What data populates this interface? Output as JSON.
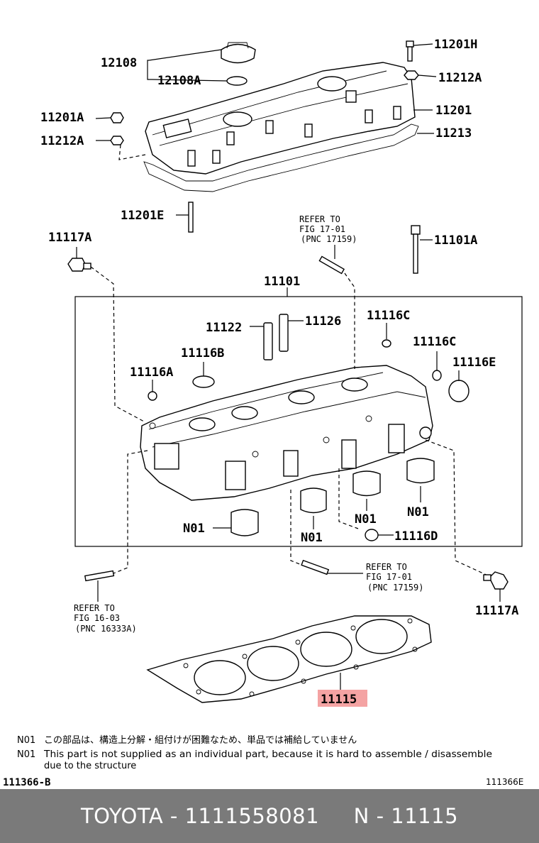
{
  "labels": {
    "c12108": "12108",
    "c12108a": "12108A",
    "c11201h": "11201H",
    "c11212a_r": "11212A",
    "c11201a": "11201A",
    "c11201": "11201",
    "c11212a_l": "11212A",
    "c11213": "11213",
    "c11201e": "11201E",
    "c11117a_t": "11117A",
    "c11101a": "11101A",
    "c11101": "11101",
    "c11122": "11122",
    "c11126": "11126",
    "c11116c_a": "11116C",
    "c11116b": "11116B",
    "c11116c_b": "11116C",
    "c11116a": "11116A",
    "c11116e": "11116E",
    "n01_a": "N01",
    "n01_b": "N01",
    "n01_c": "N01",
    "n01_d": "N01",
    "c11116d": "11116D",
    "c11117a_b": "11117A",
    "c11115": "11115"
  },
  "references": {
    "ref1": {
      "line1": "REFER TO",
      "line2": "FIG 17-01",
      "line3": "(PNC 17159)"
    },
    "ref2": {
      "line1": "REFER TO",
      "line2": "FIG 17-01",
      "line3": "(PNC 17159)"
    },
    "ref3": {
      "line1": "REFER TO",
      "line2": "FIG 16-03",
      "line3": "(PNC 16333A)"
    }
  },
  "notes": {
    "n01_jp_key": "N01",
    "n01_jp_text": "この部品は、構造上分解・組付けが困難なため、単品では補給していません",
    "n01_en_key": "N01",
    "n01_en_text1": "This part is not supplied as an individual part, because it is hard to assemble / disassemble",
    "n01_en_text2": "due to the structure"
  },
  "codes": {
    "left": "111366-B",
    "right": "111366E"
  },
  "footer": {
    "text": "TOYOTA - 1111558081     N - 11115"
  },
  "colors": {
    "highlight": "#f4a3a3",
    "footer_bg": "#7a7a7a"
  }
}
